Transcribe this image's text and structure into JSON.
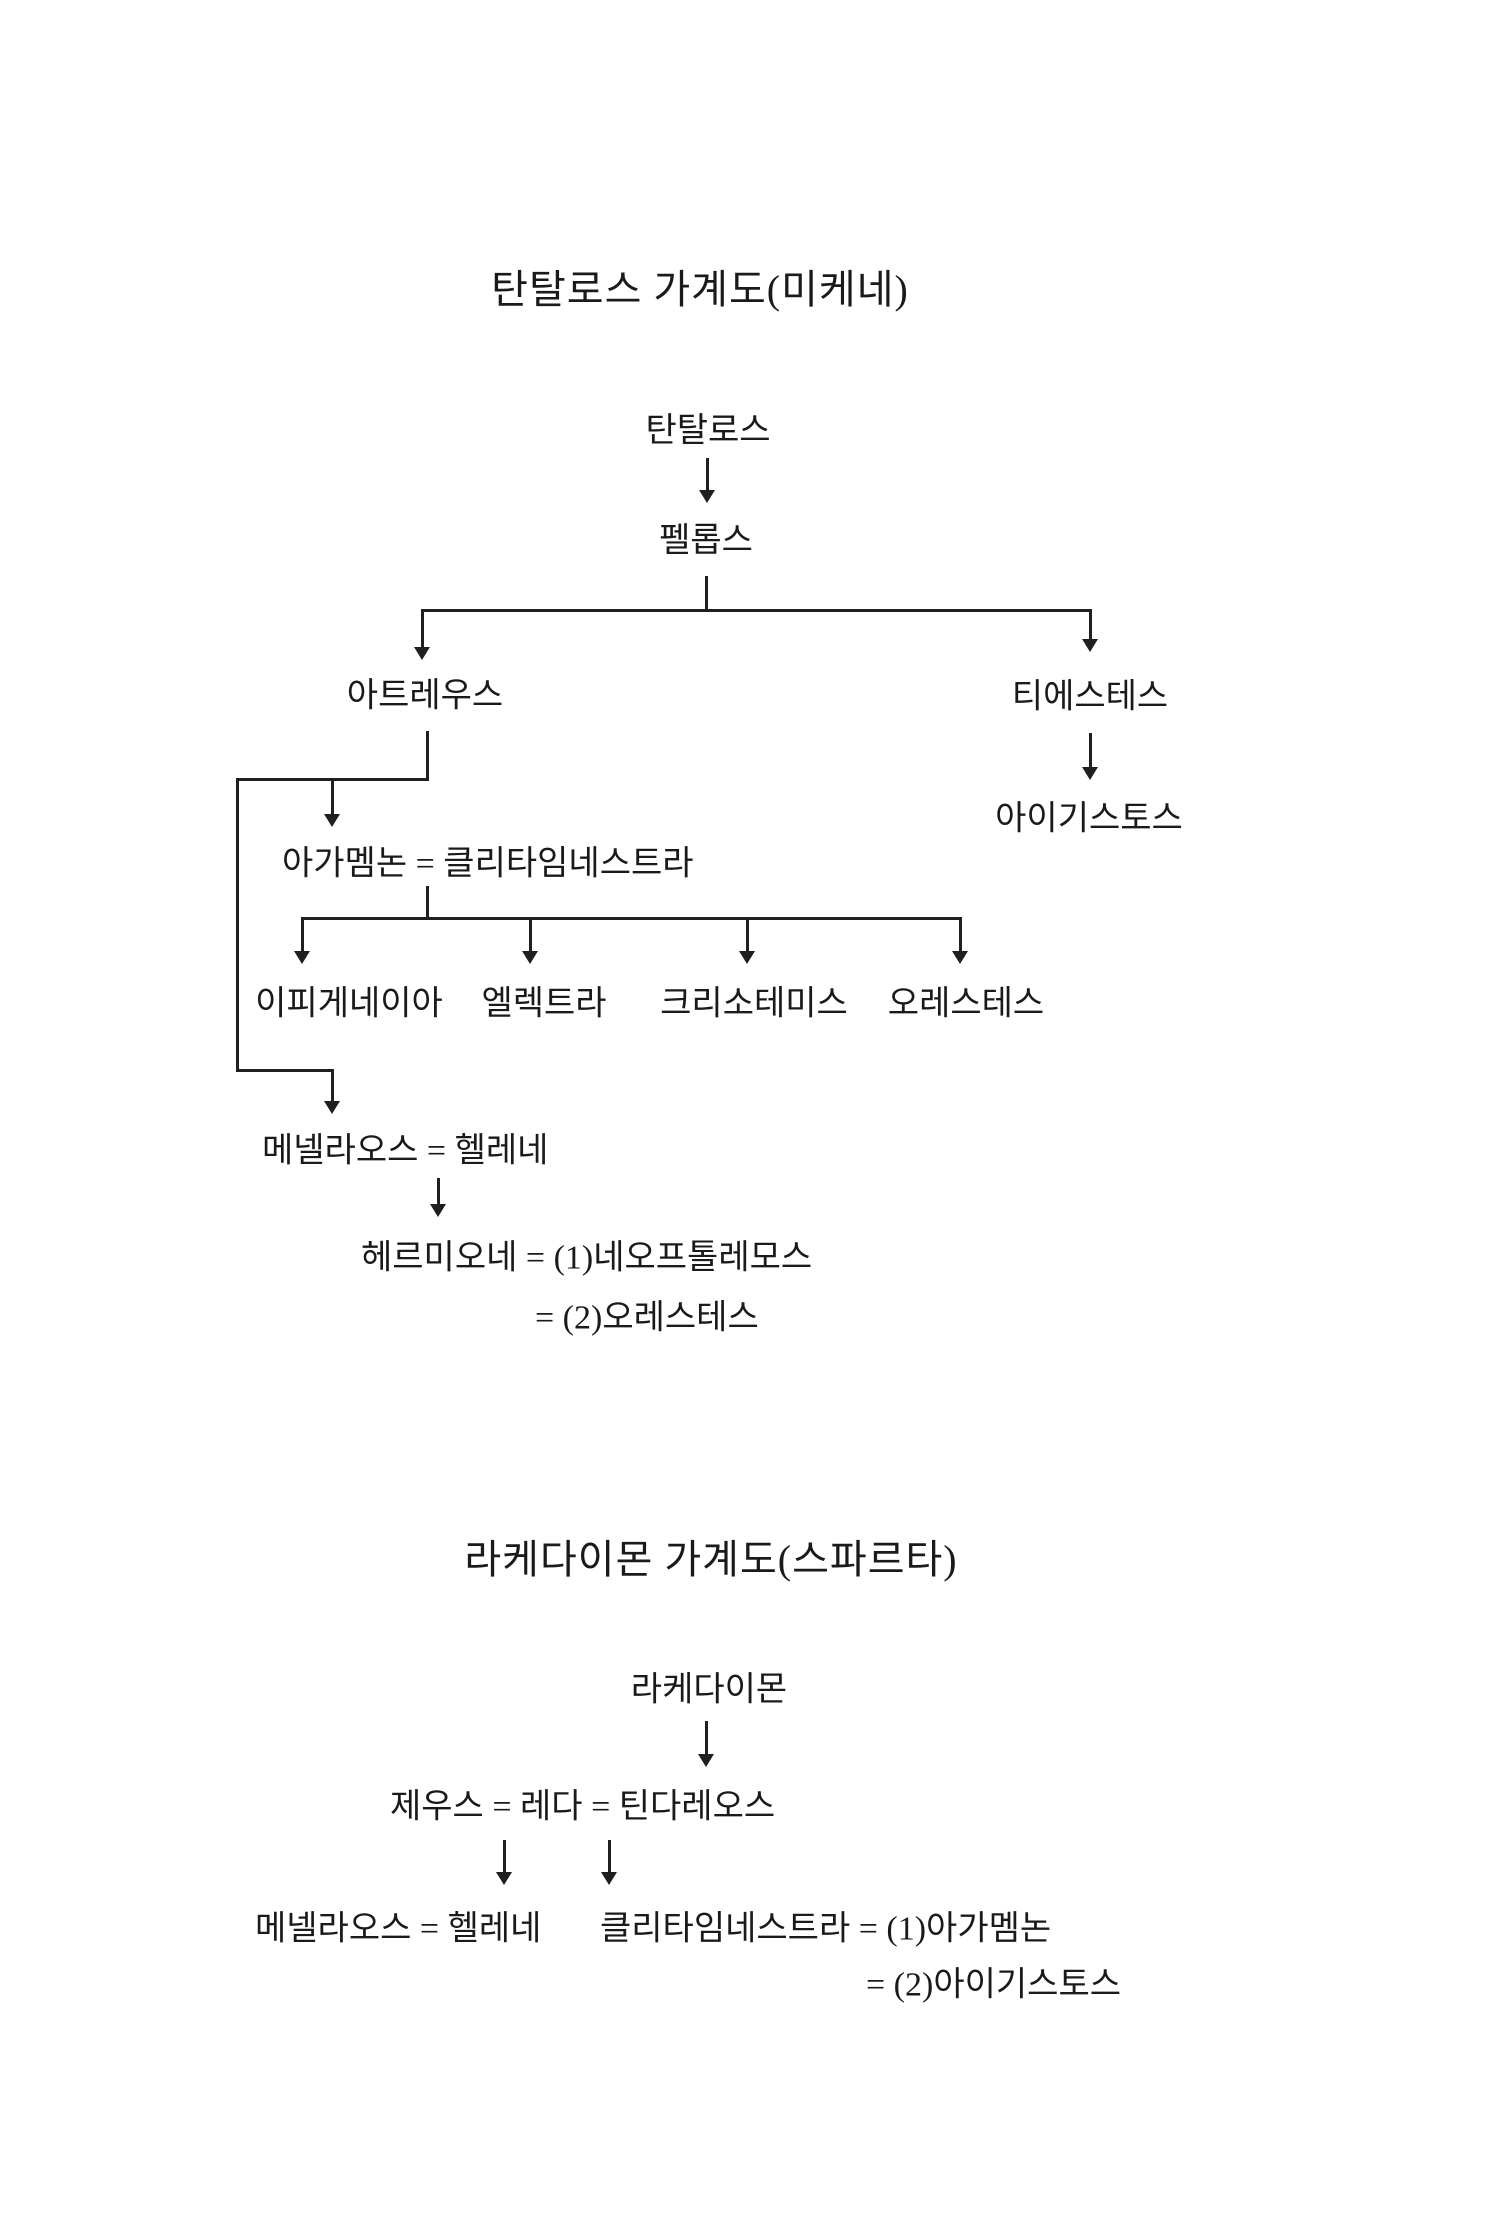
{
  "page": {
    "background": "#ffffff",
    "ink": "#1a1a1a"
  },
  "tree1": {
    "title": "탄탈로스 가계도(미케네)",
    "nodes": {
      "tantalos": "탄탈로스",
      "pelops": "펠롭스",
      "atreus": "아트레우스",
      "thyestes": "티에스테스",
      "aigisthos": "아이기스토스",
      "agamemnon_couple": "아가멤논 = 클리타임네스트라",
      "iphigeneia": "이피게네이아",
      "elektra": "엘렉트라",
      "chrysothemis": "크리소테미스",
      "orestes": "오레스테스",
      "menelaos_couple": "메넬라오스 = 헬레네",
      "hermione_line1": "헤르미오네 = (1)네오프톨레모스",
      "hermione_line2": "= (2)오레스테스"
    }
  },
  "tree2": {
    "title": "라케다이몬 가계도(스파르타)",
    "nodes": {
      "lakedaimon": "라케다이몬",
      "zeus_leda_tyndareos": "제우스 = 레다 = 틴다레오스",
      "menelaos_couple": "메넬라오스 = 헬레네",
      "clytemnestra_line1": "클리타임네스트라 = (1)아가멤논",
      "clytemnestra_line2": "= (2)아이기스토스"
    }
  }
}
